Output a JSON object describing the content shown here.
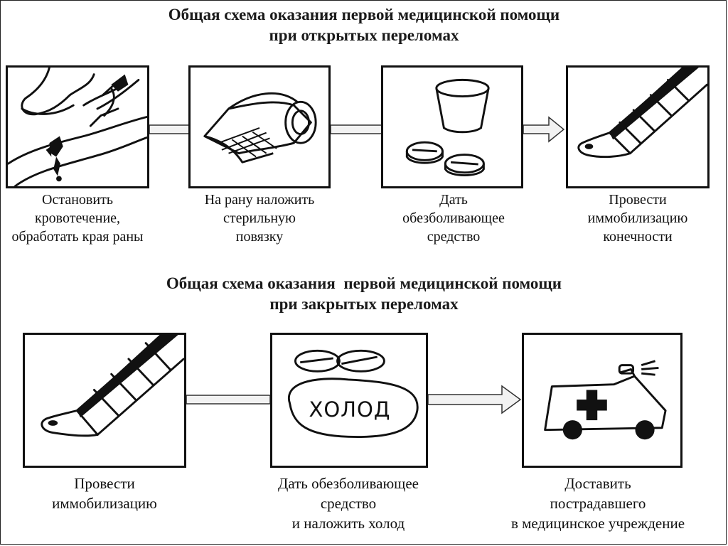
{
  "top": {
    "title_line1": "Общая схема оказания первой медицинской помощи",
    "title_line2": "при открытых переломах",
    "steps": [
      {
        "icon": "bleeding-leg-tourniquet-icon",
        "lines": [
          "Остановить",
          "кровотечение,",
          "обработать края раны"
        ]
      },
      {
        "icon": "bandage-roll-icon",
        "lines": [
          "На рану наложить",
          "стерильную",
          "повязку"
        ]
      },
      {
        "icon": "cup-and-pills-icon",
        "lines": [
          "Дать",
          "обезболивающее",
          "средство"
        ]
      },
      {
        "icon": "splinted-leg-icon",
        "lines": [
          "Провести",
          "иммобилизацию",
          "конечности"
        ]
      }
    ]
  },
  "bottom": {
    "title_line1": "Общая схема оказания  первой медицинской помощи",
    "title_line2": "при закрытых переломах",
    "cold_label": "ХОЛОД",
    "steps": [
      {
        "icon": "splinted-leg-icon",
        "lines": [
          "Провести",
          "иммобилизацию"
        ]
      },
      {
        "icon": "pills-and-cold-pack-icon",
        "lines": [
          "Дать обезболивающее",
          "средство",
          "и наложить холод"
        ]
      },
      {
        "icon": "ambulance-icon",
        "lines": [
          "Доставить",
          "пострадавшего",
          "в медицинское учреждение"
        ]
      }
    ]
  },
  "colors": {
    "ink": "#111111",
    "arrow_fill": "#f2f2f2"
  }
}
